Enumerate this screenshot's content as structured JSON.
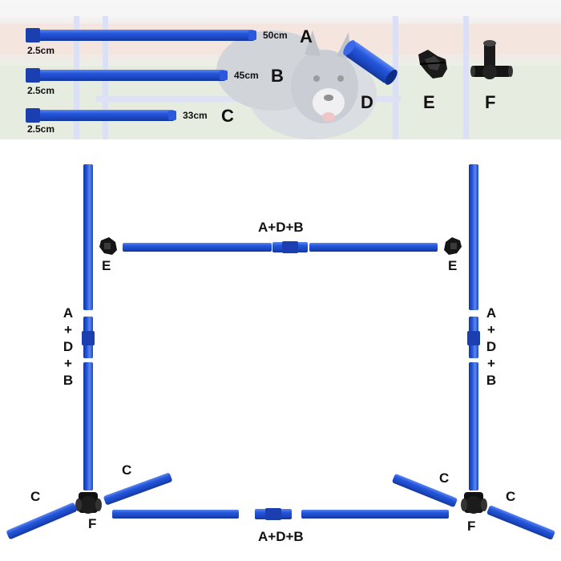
{
  "parts": {
    "a": {
      "letter": "A",
      "length": "50cm",
      "diameter": "2.5cm"
    },
    "b": {
      "letter": "B",
      "length": "45cm",
      "diameter": "2.5cm"
    },
    "c": {
      "letter": "C",
      "length": "33cm",
      "diameter": "2.5cm"
    },
    "d": {
      "letter": "D"
    },
    "e": {
      "letter": "E"
    },
    "f": {
      "letter": "F"
    }
  },
  "assembly": {
    "top_bar_label": "A+D+B",
    "bottom_bar_label": "A+D+B",
    "post_label_lines": [
      "A",
      "+",
      "D",
      "+",
      "B"
    ],
    "clip_label": "E",
    "foot_label": "F",
    "leg_label": "C"
  },
  "colors": {
    "pole_blue": "#1f4fd1",
    "pole_highlight": "#5c86f0",
    "pole_shadow": "#143a9e",
    "connector_black": "#111111"
  }
}
